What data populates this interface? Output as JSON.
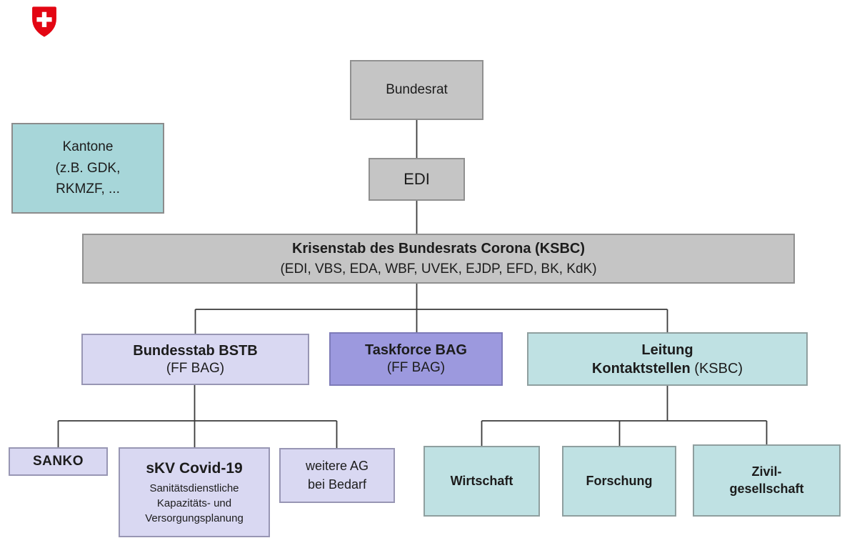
{
  "logo": {
    "icon": "swiss-cross-shield",
    "shield_color": "#e30613",
    "cross_color": "#ffffff"
  },
  "colors": {
    "gray_box": "#c5c5c5",
    "teal_box": "#a7d6d9",
    "teal_light_box": "#bfe1e3",
    "lavender_box": "#d9d8f2",
    "purple_box": "#9c99de",
    "connector_line": "#3a3a3a"
  },
  "nodes": {
    "bundesrat": {
      "label": "Bundesrat"
    },
    "edi": {
      "label": "EDI"
    },
    "kantone": {
      "line1": "Kantone",
      "line2": "(z.B. GDK,",
      "line3": "RKMZF, ..."
    },
    "ksbc": {
      "title": "Krisenstab des Bundesrats Corona (KSBC)",
      "members": "(EDI, VBS, EDA, WBF, UVEK,  EJDP, EFD, BK, KdK)"
    },
    "bstb": {
      "title": "Bundesstab BSTB",
      "subtitle": "(FF BAG)"
    },
    "taskforce_bag": {
      "title": "Taskforce BAG",
      "subtitle": "(FF BAG)"
    },
    "leitung_kontaktstellen": {
      "line1": "Leitung",
      "line2_bold": "Kontaktstellen",
      "line2_suffix": "(KSBC)"
    },
    "sanko": {
      "label": "SANKO"
    },
    "skv_covid19": {
      "title": "sKV Covid-19",
      "desc1": "Sanitätsdienstliche",
      "desc2": "Kapazitäts- und",
      "desc3": "Versorgungsplanung"
    },
    "weitere_ag": {
      "line1": "weitere AG",
      "line2": "bei Bedarf"
    },
    "wirtschaft": {
      "label": "Wirtschaft"
    },
    "forschung": {
      "label": "Forschung"
    },
    "zivilgesellschaft": {
      "line1": "Zivil-",
      "line2": "gesellschaft"
    }
  }
}
